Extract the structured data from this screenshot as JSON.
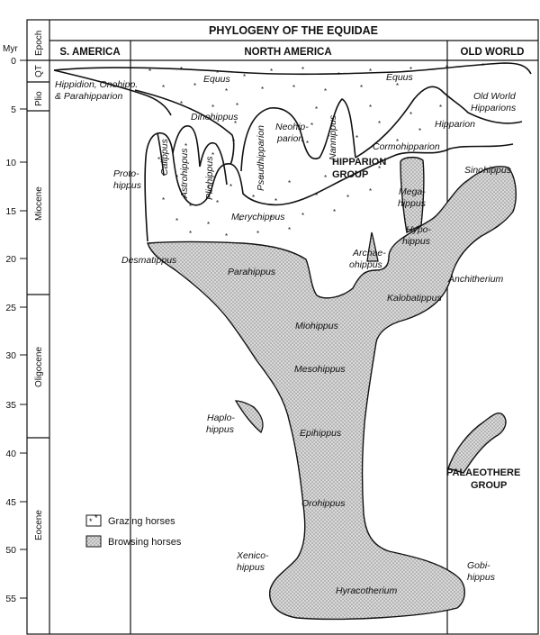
{
  "header": {
    "title": "PHYLOGENY OF THE EQUIDAE",
    "myr_label": "Myr",
    "epoch_label": "Epoch"
  },
  "regions": [
    "S. AMERICA",
    "NORTH AMERICA",
    "OLD WORLD"
  ],
  "epochs": [
    "QT",
    "Plio",
    "Miocene",
    "Oligocene",
    "Eocene"
  ],
  "axis_ticks": [
    "0",
    "5",
    "10",
    "15",
    "20",
    "25",
    "30",
    "35",
    "40",
    "45",
    "50",
    "55"
  ],
  "genera": {
    "equus_na": "Equus",
    "equus_ow": "Equus",
    "hippidion_1": "Hippidion, Onohipp.",
    "hippidion_2": "& Parahipparion",
    "dinohippus": "Dinohippus",
    "neohipparion_1": "Neohip-",
    "neohipparion_2": "parion",
    "nannippus": "Nannippus",
    "pseudhipparion": "Pseudhipparion",
    "calippus": "Calippus",
    "astrohippus": "Astrohippus",
    "pliohippus": "Pliohippus",
    "protohippus_1": "Proto-",
    "protohippus_2": "hippus",
    "ow_hipparions_1": "Old World",
    "ow_hipparions_2": "Hipparions",
    "hipparion": "Hipparion",
    "cormohipparion": "Cormohipparion",
    "sinohippus": "Sinohippus",
    "megahippus_1": "Mega-",
    "megahippus_2": "hippus",
    "hypohippus_1": "Hypo-",
    "hypohippus_2": "hippus",
    "merychippus": "Merychippus",
    "desmatippus": "Desmatippus",
    "parahippus": "Parahippus",
    "archaeohippus_1": "Archae-",
    "archaeohippus_2": "ohippus",
    "anchitherium": "Anchitherium",
    "kalobatippus": "Kalobatippus",
    "miohippus": "Miohippus",
    "mesohippus": "Mesohippus",
    "haplohippus_1": "Haplo-",
    "haplohippus_2": "hippus",
    "epihippus": "Epihippus",
    "orohippus": "Orohippus",
    "xenicohippus_1": "Xenico-",
    "xenicohippus_2": "hippus",
    "hyracotherium": "Hyracotherium",
    "gobihippus_1": "Gobi-",
    "gobihippus_2": "hippus"
  },
  "groups": {
    "hipparion_1": "HIPPARION",
    "hipparion_2": "GROUP",
    "palaeothere_1": "PALAEOTHERE",
    "palaeothere_2": "GROUP"
  },
  "legend": {
    "grazing": "Grazing horses",
    "browsing": "Browsing horses"
  },
  "colors": {
    "browsing_fill": "#cfcfcf",
    "line": "#111111",
    "background": "#ffffff"
  }
}
